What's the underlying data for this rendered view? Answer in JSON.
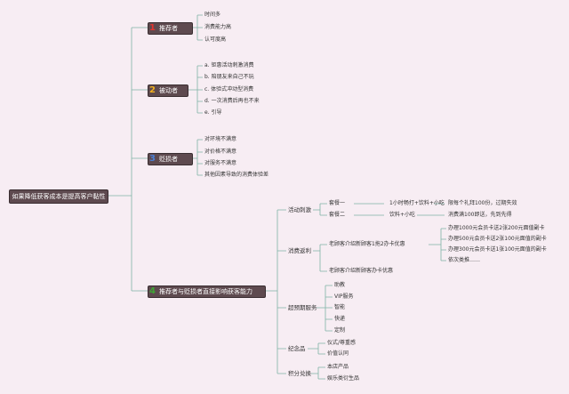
{
  "root": {
    "title": "如果降低获客成本是提高客户黏性"
  },
  "categories": [
    {
      "number": "1",
      "numColor": "#e3342f",
      "label": "推荐者",
      "items": [
        "时间多",
        "消费能力高",
        "认可度高"
      ]
    },
    {
      "number": "2",
      "numColor": "#f2b01e",
      "label": "被动者",
      "items": [
        "a. 钜惠活动刺激消费",
        "b. 陪朋友来自己不玩",
        "c. 体验式冲动型消费",
        "d. 一次消费后再也不来",
        "e. 引导"
      ]
    },
    {
      "number": "3",
      "numColor": "#4a7fd4",
      "label": "贬损者",
      "items": [
        "对环境不满意",
        "对价格不满意",
        "对服务不满意",
        "其他因素导致的消费体验差"
      ]
    },
    {
      "number": "4",
      "numColor": "#3fa535",
      "label": "推荐者与贬损者直接影响获客能力",
      "groups": [
        {
          "label": "活动刺激",
          "packages": [
            {
              "name": "套餐一",
              "content": "1小时畅打+饮料+小吃",
              "note": "限每个礼拜100份，过期失效"
            },
            {
              "name": "套餐二",
              "content": "饮料+小吃",
              "note": "消费满100即送，先到先得"
            }
          ]
        },
        {
          "label": "消费返利",
          "subs": [
            {
              "text": "老顾客介绍新顾客1拖2办卡优惠",
              "items": [
                "办理1000元会员卡送2张200元面值副卡",
                "办理500元会员卡送2张100元面值的副卡",
                "办理300元会员卡送1张100元面值的副卡",
                "依次类推……"
              ]
            },
            {
              "text": "老顾客介绍新顾客办卡优惠"
            }
          ]
        },
        {
          "label": "超预期服务",
          "items": [
            "助教",
            "VIP服务",
            "智能",
            "快递",
            "定制"
          ]
        },
        {
          "label": "纪念品",
          "items": [
            "仪式/尊重感",
            "价值认同"
          ]
        },
        {
          "label": "积分兑换",
          "items": [
            "本店产品",
            "娱乐类衍生品"
          ]
        }
      ]
    }
  ]
}
